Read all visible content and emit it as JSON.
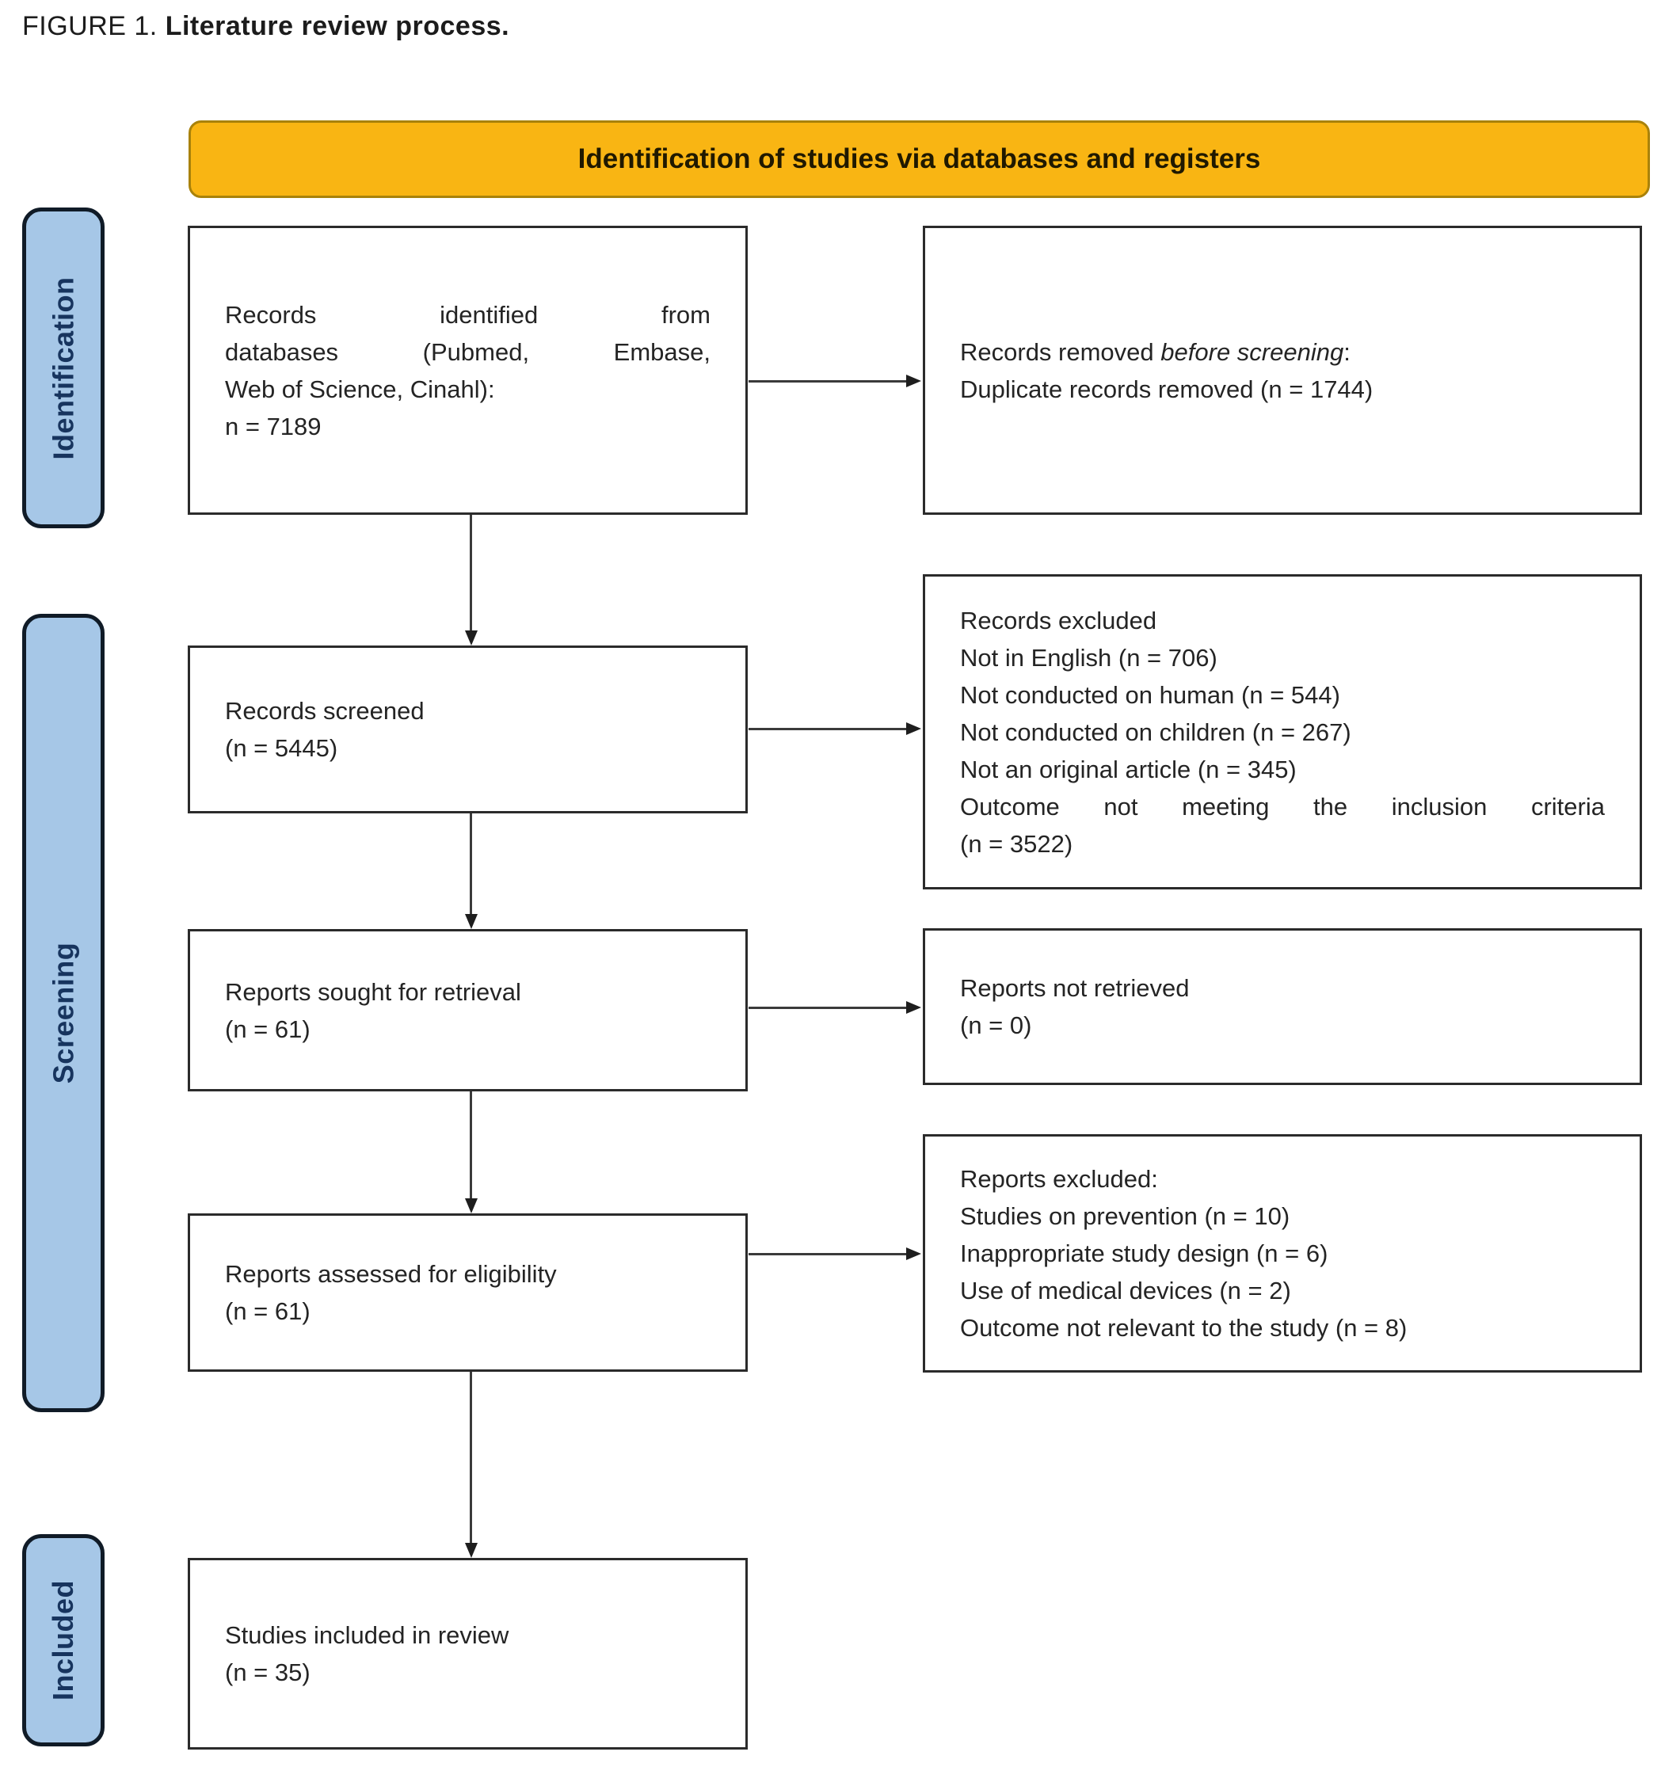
{
  "caption": {
    "prefix": "FIGURE 1.",
    "title": " Literature review process."
  },
  "banner": {
    "label": "Identification of studies via databases and registers",
    "bg_color": "#F9B513",
    "border_color": "#A9820A"
  },
  "stages": [
    {
      "label": "Identification"
    },
    {
      "label": "Screening"
    },
    {
      "label": "Included"
    }
  ],
  "stage_style": {
    "bg_color": "#A6C7E7",
    "border_color": "#101B27",
    "text_color": "#17345E"
  },
  "boxes": {
    "records_identified": {
      "lines": [
        {
          "spread": true,
          "text": "Records identified from"
        },
        {
          "spread": true,
          "text": "databases (Pubmed, Embase,"
        },
        "Web of Science, Cinahl):",
        "n = 7189"
      ]
    },
    "records_removed": {
      "lines": [
        {
          "segments": [
            {
              "t": "Records removed "
            },
            {
              "t": "before screening",
              "i": true
            },
            {
              "t": ":"
            }
          ]
        },
        "Duplicate records removed (n = 1744)"
      ]
    },
    "records_screened": {
      "lines": [
        "Records screened",
        "(n = 5445)"
      ]
    },
    "records_excluded": {
      "lines": [
        "Records excluded",
        "Not in English (n = 706)",
        "Not conducted on human (n = 544)",
        "Not conducted on children (n = 267)",
        "Not an original article (n = 345)",
        {
          "spread": true,
          "text": "Outcome not meeting the inclusion criteria"
        },
        "(n = 3522)"
      ]
    },
    "reports_sought": {
      "lines": [
        "Reports sought for retrieval",
        "(n = 61)"
      ]
    },
    "reports_not_retrieved": {
      "lines": [
        "Reports not retrieved",
        "(n = 0)"
      ]
    },
    "reports_assessed": {
      "lines": [
        "Reports assessed for eligibility",
        "(n = 61)"
      ]
    },
    "reports_excluded": {
      "lines": [
        "Reports excluded:",
        "Studies on prevention (n = 10)",
        "Inappropriate study design (n = 6)",
        "Use of medical devices (n = 2)",
        "Outcome not relevant to the study (n = 8)"
      ]
    },
    "studies_included": {
      "lines": [
        "Studies included in review",
        "(n = 35)"
      ]
    }
  }
}
